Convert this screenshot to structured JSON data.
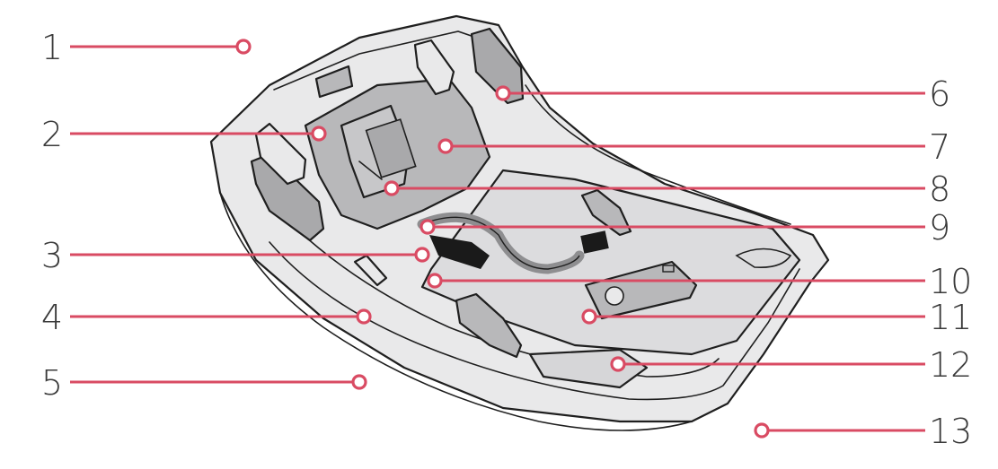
{
  "callouts": [
    {
      "label": "1",
      "side": "left"
    },
    {
      "label": "2",
      "side": "left"
    },
    {
      "label": "3",
      "side": "left"
    },
    {
      "label": "4",
      "side": "left"
    },
    {
      "label": "5",
      "side": "left"
    },
    {
      "label": "6",
      "side": "right"
    },
    {
      "label": "7",
      "side": "right"
    },
    {
      "label": "8",
      "side": "right"
    },
    {
      "label": "9",
      "side": "right"
    },
    {
      "label": "10",
      "side": "right"
    },
    {
      "label": "11",
      "side": "right"
    },
    {
      "label": "12",
      "side": "right"
    },
    {
      "label": "13",
      "side": "right"
    }
  ],
  "colors": {
    "accent": "#d94b63",
    "body": "#e9e9ea",
    "panel": "#b8b8ba",
    "outline": "#1f1f1f",
    "label": "#3a3a3a"
  }
}
